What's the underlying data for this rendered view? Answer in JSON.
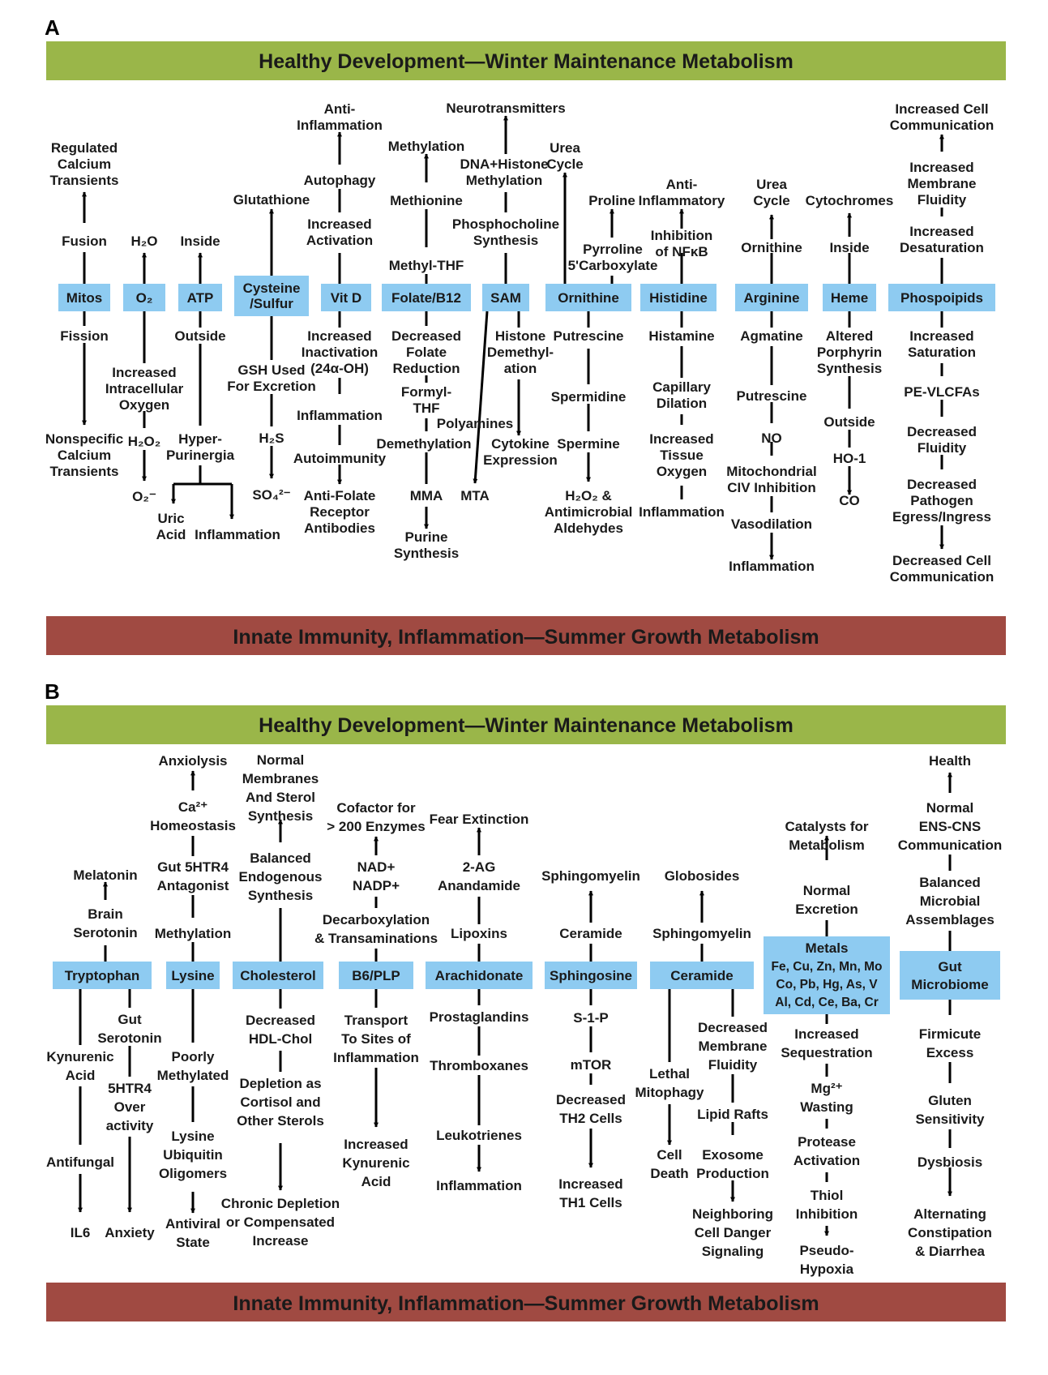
{
  "colors": {
    "banner_green": "#9ab649",
    "banner_red": "#a04a42",
    "node_fill": "#8ecbf1"
  },
  "panel_a": {
    "label": "A",
    "top_banner": "Healthy Development—Winter Maintenance Metabolism",
    "bottom_banner": "Innate Immunity, Inflammation—Summer Growth Metabolism",
    "nodes": [
      "Mitos",
      "O₂",
      "ATP",
      "Cysteine /Sulfur",
      "Vit D",
      "Folate/B12",
      "SAM",
      "Ornithine",
      "Histidine",
      "Arginine",
      "Heme",
      "Phospoipids"
    ],
    "texts": {
      "regulated_ca": "Regulated Calcium Transients",
      "fusion": "Fusion",
      "fission": "Fission",
      "nonspecific_ca": "Nonspecific Calcium Transients",
      "h2o": "H₂O",
      "inc_o2": "Increased Intracellular Oxygen",
      "h2o2": "H₂O₂",
      "o2minus": "O₂⁻",
      "inside": "Inside",
      "outside": "Outside",
      "hyperpur": "Hyper- Purinergia",
      "uric": "Uric Acid",
      "inflam": "Inflammation",
      "glutathione": "Glutathione",
      "gsh": "GSH Used For Excretion",
      "h2s": "H₂S",
      "so4": "SO₄²⁻",
      "antiinfl": "Anti- Inflammation",
      "autophagy": "Autophagy",
      "inc_act": "Increased Activation",
      "inc_inact": "Increased Inactivation (24α-OH)",
      "autoimm": "Autoimmunity",
      "antifolate": "Anti-Folate Receptor Antibodies",
      "methylation": "Methylation",
      "methionine": "Methionine",
      "methylthf": "Methyl-THF",
      "dec_folate": "Decreased Folate Reduction",
      "formyl": "Formyl- THF",
      "demeth": "Demethylation",
      "mma": "MMA",
      "purine": "Purine Synthesis",
      "neurotrans": "Neurotransmitters",
      "dnahist": "DNA+Histone Methylation",
      "phosph": "Phosphocholine Synthesis",
      "histdem": "Histone Demethyl- ation",
      "polyamines": "Polyamines",
      "mta": "MTA",
      "cytokine": "Cytokine Expression",
      "urea_cycle": "Urea Cycle",
      "proline": "Proline",
      "pyrroline": "Pyrroline 5'Carboxylate",
      "putrescine": "Putrescine",
      "spermidine": "Spermidine",
      "spermine": "Spermine",
      "h2o2_anti": "H₂O₂ & Antimicrobial Aldehydes",
      "antiinflam2": "Anti- Inflammatory",
      "inh_nfkb": "Inhibition of NFκB",
      "histamine": "Histamine",
      "capillary": "Capillary Dilation",
      "inc_tissue": "Increased Tissue Oxygen",
      "ornithine_t": "Ornithine",
      "agmatine": "Agmatine",
      "no": "NO",
      "mito_civ": "Mitochondrial CIV Inhibition",
      "vasodil": "Vasodilation",
      "cytochromes": "Cytochromes",
      "alt_porph": "Altered Porphyrin Synthesis",
      "ho1": "HO-1",
      "co": "CO",
      "inc_cell_comm": "Increased Cell Communication",
      "inc_mem_fl": "Increased Membrane Fluidity",
      "inc_desat": "Increased Desaturation",
      "inc_sat": "Increased Saturation",
      "pe_vlcfa": "PE-VLCFAs",
      "dec_fluid": "Decreased Fluidity",
      "dec_path": "Decreased Pathogen Egress/Ingress",
      "dec_cell_comm": "Decreased Cell Communication"
    }
  },
  "panel_b": {
    "label": "B",
    "top_banner": "Healthy Development—Winter Maintenance Metabolism",
    "bottom_banner": "Innate Immunity, Inflammation—Summer Growth Metabolism",
    "nodes": [
      "Tryptophan",
      "Lysine",
      "Cholesterol",
      "B6/PLP",
      "Arachidonate",
      "Sphingosine",
      "Ceramide",
      "Metals",
      "Gut Microbiome"
    ],
    "metals_list": "Fe, Cu, Zn, Mn, Mo Co, Pb, Hg, As, V Al, Cd, Ce, Ba, Cr",
    "texts": {
      "melatonin": "Melatonin",
      "brain_ser": "Brain Serotonin",
      "kynurenic": "Kynurenic Acid",
      "antifungal": "Antifungal",
      "il6": "IL6",
      "gut_ser": "Gut Serotonin",
      "htr4_over": "5HTR4 Over activity",
      "anxiety": "Anxiety",
      "anxiolysis": "Anxiolysis",
      "ca_homeo": "Ca²⁺ Homeostasis",
      "gut_htr4": "Gut 5HTR4 Antagonist",
      "methylation": "Methylation",
      "poorly": "Poorly Methylated",
      "lysine_ubi": "Lysine Ubiquitin Oligomers",
      "antiviral": "Antiviral State",
      "normal_mem": "Normal Membranes And Sterol Synthesis",
      "balanced_endo": "Balanced Endogenous Synthesis",
      "dec_hdl": "Decreased HDL-Chol",
      "depletion": "Depletion as Cortisol and Other Sterols",
      "chronic": "Chronic Depletion or Compensated Increase",
      "cofactor": "Cofactor for > 200 Enzymes",
      "nad": "NAD+ NADP+",
      "decarb": "Decarboxylation & Transaminations",
      "transport": "Transport To Sites of Inflammation",
      "inc_kyn": "Increased Kynurenic Acid",
      "fear_ext": "Fear Extinction",
      "ag2": "2-AG Anandamide",
      "lipoxins": "Lipoxins",
      "prostag": "Prostaglandins",
      "thrombox": "Thromboxanes",
      "leukot": "Leukotrienes",
      "inflammation": "Inflammation",
      "sphingomyelin": "Sphingomyelin",
      "ceramide_t": "Ceramide",
      "s1p": "S-1-P",
      "mtor": "mTOR",
      "dec_th2": "Decreased TH2 Cells",
      "inc_th1": "Increased TH1 Cells",
      "globosides": "Globosides",
      "sphingomyelin2": "Sphingomyelin",
      "dec_mem_fl": "Decreased Membrane Fluidity",
      "lethal": "Lethal Mitophagy",
      "cell_death": "Cell Death",
      "lipid_rafts": "Lipid Rafts",
      "exosome": "Exosome Production",
      "neighbor": "Neighboring Cell Danger Signaling",
      "catalysts": "Catalysts for Metabolism",
      "normal_exc": "Normal Excretion",
      "inc_seq": "Increased Sequestration",
      "mg_wast": "Mg²⁺ Wasting",
      "protease": "Protease Activation",
      "thiol": "Thiol Inhibition",
      "pseudo": "Pseudo- Hypoxia",
      "health": "Health",
      "normal_ens": "Normal ENS-CNS Communication",
      "balanced_mic": "Balanced Microbial Assemblages",
      "firmicute": "Firmicute Excess",
      "gluten": "Gluten Sensitivity",
      "dysbiosis": "Dysbiosis",
      "alternating": "Alternating Constipation & Diarrhea"
    }
  }
}
